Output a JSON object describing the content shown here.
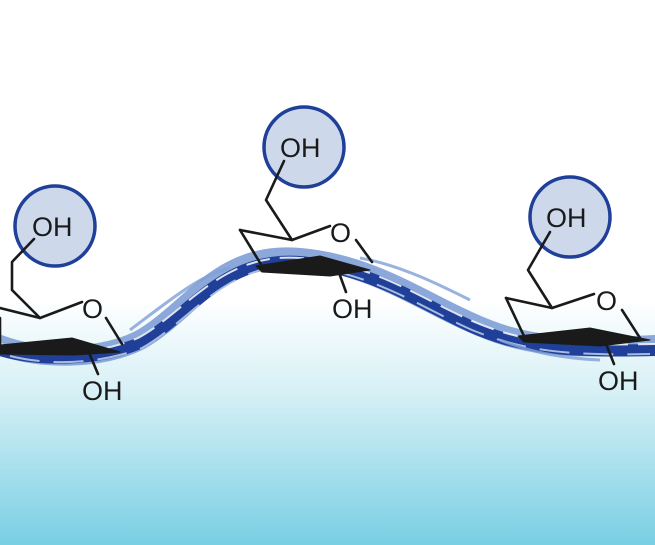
{
  "figure": {
    "background": {
      "top_color": "#ffffff",
      "bottom_color": "#79cfe3"
    },
    "ribbon_colors": {
      "dark": "#1f3f99",
      "light": "#7f9fd6",
      "highlight": "#ffffff"
    },
    "highlight_circle": {
      "fill": "#cdd9ea",
      "ring": "#1f3f99"
    },
    "units": [
      {
        "hydroxyl_label": "OH",
        "ring_oxygen": "O",
        "secondary_oh": "OH"
      },
      {
        "hydroxyl_label": "OH",
        "ring_oxygen": "O",
        "secondary_oh": "OH"
      },
      {
        "hydroxyl_label": "OH",
        "ring_oxygen": "O",
        "secondary_oh": "OH"
      }
    ]
  }
}
